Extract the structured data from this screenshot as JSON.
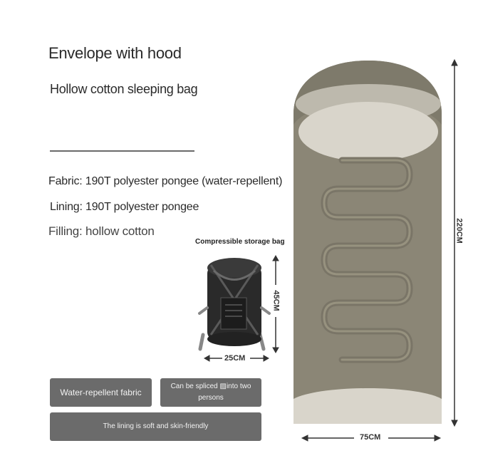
{
  "header": {
    "title": "Envelope with hood",
    "subtitle": "Hollow cotton sleeping bag"
  },
  "specs": {
    "fabric": "Fabric: 190T polyester pongee (water-repellent)",
    "lining": "Lining: 190T polyester pongee",
    "filling": "Filling: hollow cotton"
  },
  "storage": {
    "label": "Compressible storage bag",
    "height": "45CM",
    "width": "25CM"
  },
  "features": {
    "water": "Water-repellent fabric",
    "splice": "Can be spliced ▨into two persons",
    "lining": "The lining is soft and skin-friendly"
  },
  "bag_dims": {
    "length": "220CM",
    "width": "75CM"
  },
  "colors": {
    "shell": "#8b8676",
    "shell_dark": "#7c7768",
    "lining": "#d9d5cb",
    "button": "#6b6b6b"
  }
}
